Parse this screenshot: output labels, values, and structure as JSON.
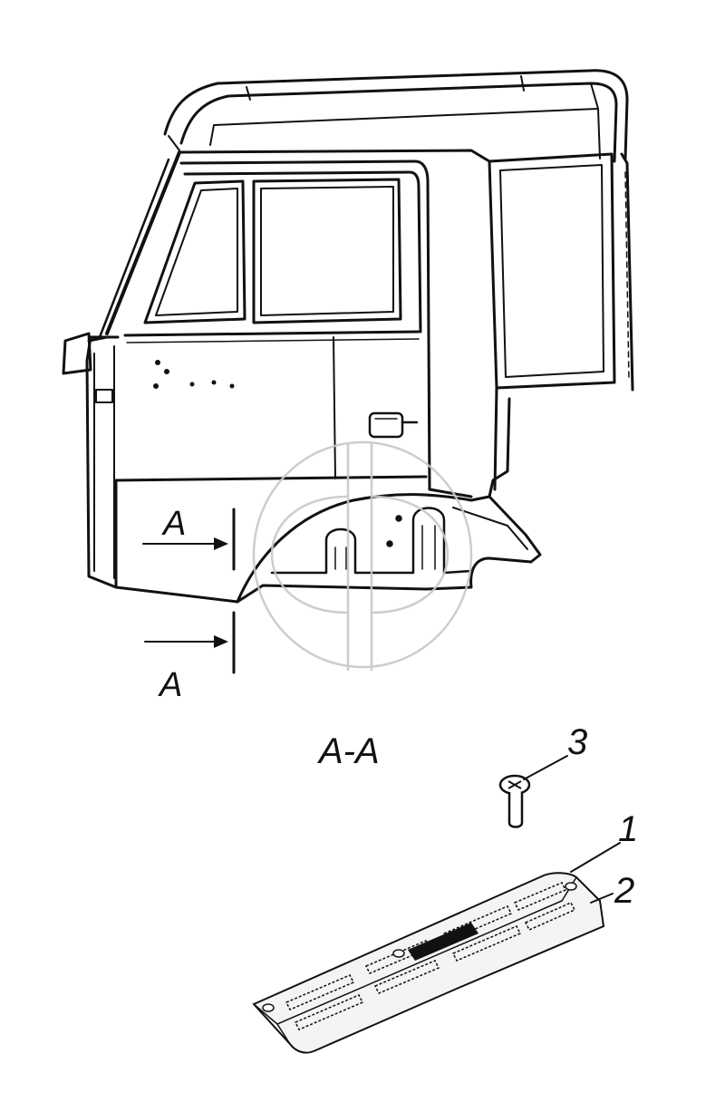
{
  "labels": {
    "section_top": "A",
    "section_bottom": "A",
    "section_view": "A-A",
    "callout_1": "1",
    "callout_2": "2",
    "callout_3": "3"
  },
  "colors": {
    "ink": "#111111",
    "watermark": "#c8c8c8"
  },
  "icons": [
    "screw-icon",
    "step-plate-icon",
    "watermark-logo-icon"
  ]
}
